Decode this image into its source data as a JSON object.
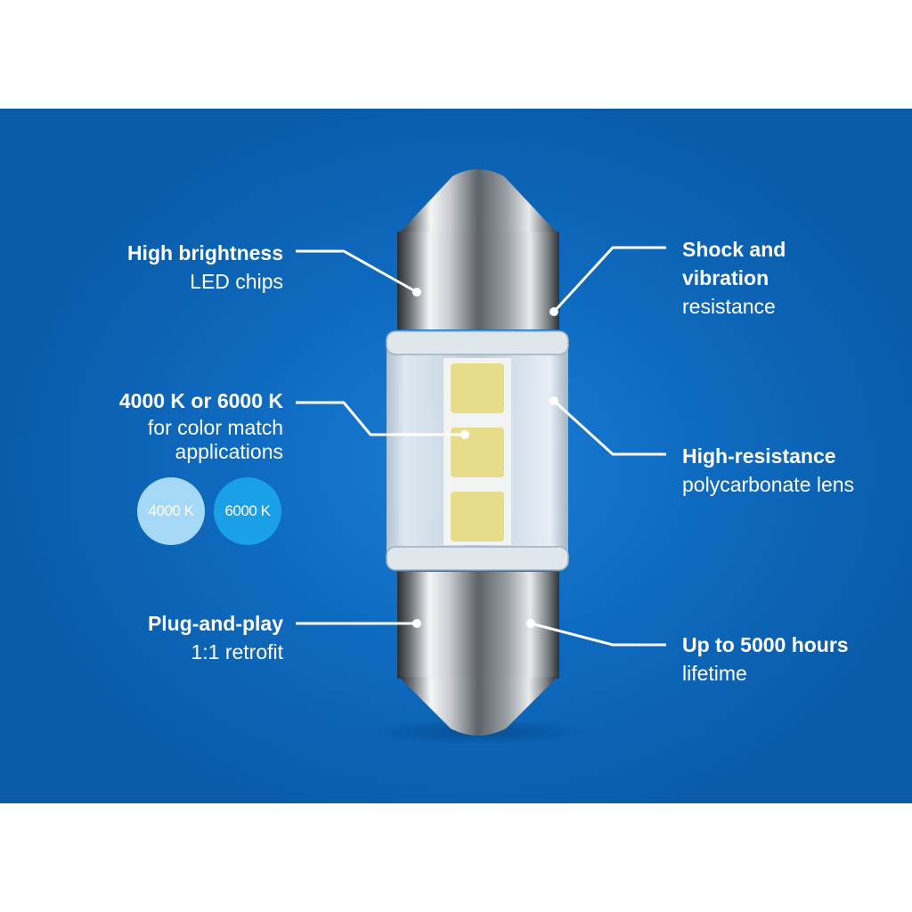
{
  "callouts": {
    "brightness": {
      "title": "High brightness",
      "sub": "LED chips"
    },
    "color_temp": {
      "title": "4000 K or 6000 K",
      "sub1": "for color match",
      "sub2": "applications"
    },
    "plug": {
      "title": "Plug-and-play",
      "sub": "1:1 retrofit"
    },
    "shock": {
      "title1": "Shock and",
      "title2": "vibration",
      "sub": "resistance"
    },
    "lens": {
      "title": "High-resistance",
      "sub": "polycarbonate lens"
    },
    "lifetime": {
      "title": "Up to 5000 hours",
      "sub": "lifetime"
    }
  },
  "badges": {
    "warm": {
      "label": "4000 K",
      "color": "#a6d8f7"
    },
    "cool": {
      "label": "6000 K",
      "color": "#1aa0e6"
    }
  },
  "colors": {
    "background": "#0f6cc2",
    "text": "#ffffff",
    "led_chip": "#e6dc8a"
  },
  "icons": [
    "festoon-led-bulb"
  ]
}
